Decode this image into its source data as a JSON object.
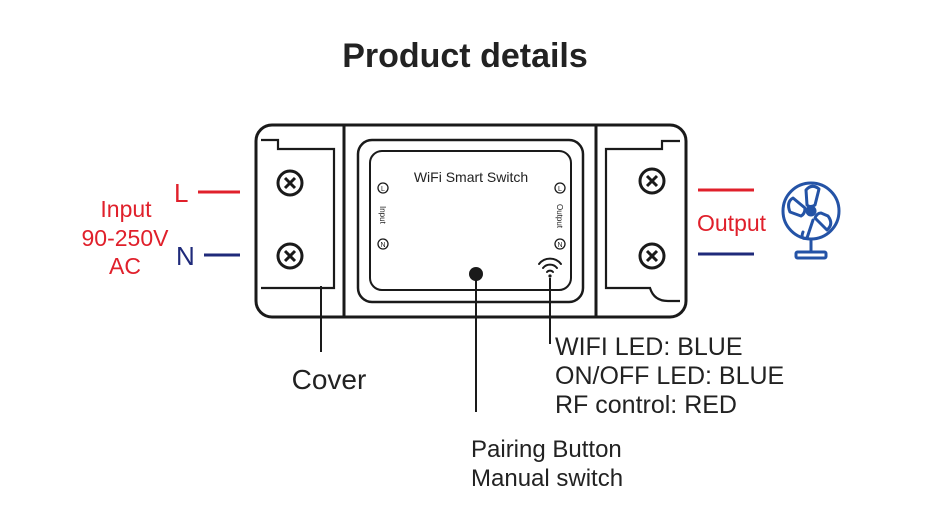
{
  "title": "Product details",
  "device": {
    "label": "WiFi Smart Switch",
    "input_label": "Input",
    "output_label": "Output",
    "terminal_l": "L",
    "terminal_n": "N"
  },
  "input_side": {
    "line_label": "L",
    "neutral_label": "N",
    "input_title": "Input",
    "voltage": "90-250V",
    "current_type": "AC"
  },
  "output_side": {
    "label": "Output"
  },
  "callouts": {
    "cover": "Cover",
    "button_line1": "Pairing Button",
    "button_line2": "Manual switch",
    "led_line1": "WIFI LED: BLUE",
    "led_line2": "ON/OFF LED: BLUE",
    "led_line3": "RF control: RED"
  },
  "colors": {
    "line_wire": "#e0202b",
    "neutral_wire": "#1f2a7a",
    "outline": "#1a1a1a",
    "accent_blue": "#2453a6",
    "label_red": "#e0202b"
  },
  "icons": {
    "output_device": "fan-icon",
    "wifi_led": "wifi-icon",
    "terminal_screw": "screw-x-icon"
  }
}
